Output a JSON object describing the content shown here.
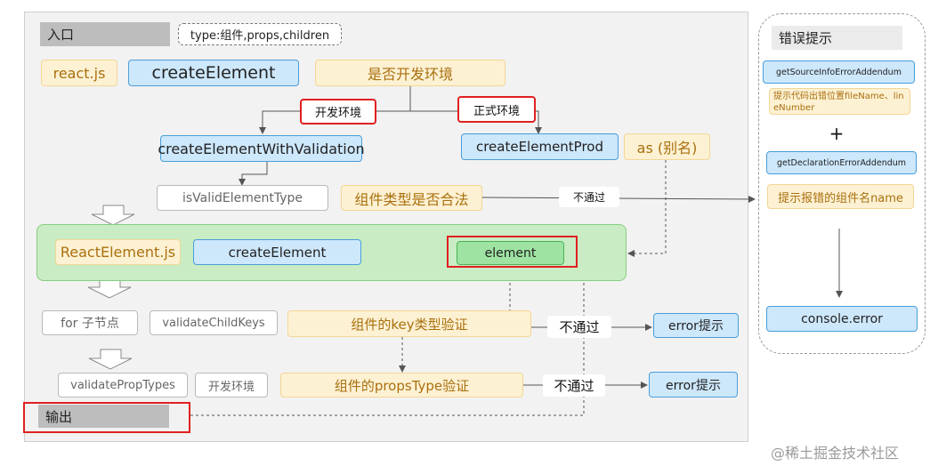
{
  "main": {
    "entry_header": "入口",
    "type_note": "type:组件,props,children",
    "react_js": "react.js",
    "create_element": "createElement",
    "is_dev_env": "是否开发环境",
    "dev_env_label": "开发环境",
    "prod_env_label": "正式环境",
    "create_element_with_validation": "createElementWithValidation",
    "create_element_prod": "createElementProd",
    "as_alias": "as (别名)",
    "is_valid_element_type": "isValidElementType",
    "component_type_valid": "组件类型是否合法",
    "fail_label_1": "不通过",
    "react_element_js": "ReactElement.js",
    "create_element_2": "createElement",
    "element": "element",
    "for_child_nodes": "for 子节点",
    "validate_child_keys": "validateChildKeys",
    "key_type_check": "组件的key类型验证",
    "fail_label_2": "不通过",
    "error_hint_1": "error提示",
    "validate_prop_types": "validatePropTypes",
    "dev_env_2": "开发环境",
    "props_type_check": "组件的propsType验证",
    "fail_label_3": "不通过",
    "error_hint_2": "error提示",
    "output_header": "输出"
  },
  "side": {
    "title": "错误提示",
    "get_source_info": "getSourceInfoErrorAddendum",
    "source_hint": "提示代码出错位置fileName、lineNumber",
    "plus": "+",
    "get_declaration": "getDeclarationErrorAddendum",
    "component_name_hint": "提示报错的组件名name",
    "console_error": "console.error"
  },
  "watermark": "@稀土掘金技术社区",
  "colors": {
    "panel_bg": "#f2f2f2",
    "yellow_fill": "#fdf1d3",
    "blue_fill": "#cde7fb",
    "green_area": "#c9ecc5",
    "highlight_red": "#e02020"
  }
}
